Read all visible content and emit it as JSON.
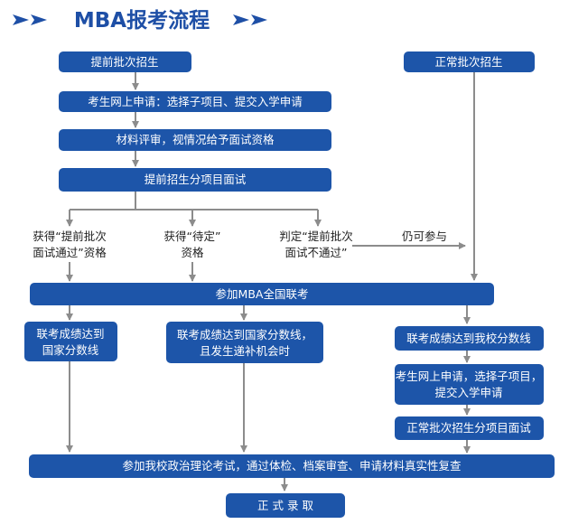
{
  "title": "MBA报考流程",
  "colors": {
    "box": "#1d55a9",
    "arrow": "#8c8c8c",
    "title": "#1e4fa6",
    "box_text": "#ffffff",
    "label_text": "#222222"
  },
  "early_batch": {
    "start": "提前批次招生",
    "apply": "考生网上申请：选择子项目、提交入学申请",
    "review": "材料评审，视情况给予面试资格",
    "interview": "提前招生分项目面试"
  },
  "regular_batch": {
    "start": "正常批次招生"
  },
  "outcomes": {
    "pass": [
      "获得“提前批次",
      "面试通过”资格"
    ],
    "pending": [
      "获得“待定”",
      "资格"
    ],
    "fail": [
      "判定“提前批次",
      "面试不通过”"
    ],
    "fail_note": "仍可参与"
  },
  "exam": "参加MBA全国联考",
  "results": {
    "national": [
      "联考成绩达到",
      "国家分数线"
    ],
    "national_backfill": [
      "联考成绩达到国家分数线，",
      "且发生递补机会时"
    ],
    "school": "联考成绩达到我校分数线"
  },
  "regular_steps": {
    "apply": [
      "考生网上申请，选择子项目，",
      "提交入学申请"
    ],
    "interview": "正常批次招生分项目面试"
  },
  "final_review": "参加我校政治理论考试，通过体检、档案审查、申请材料真实性复查",
  "admission": "正 式 录 取"
}
